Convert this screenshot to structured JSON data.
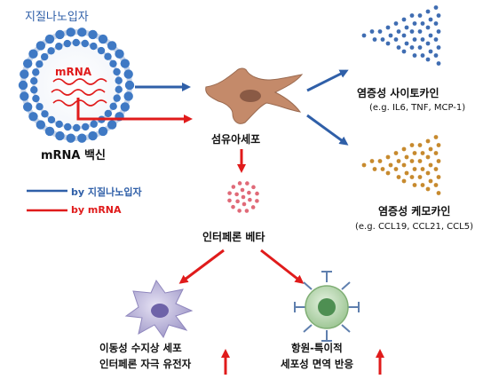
{
  "lnp": {
    "title": "지질나노입자",
    "inner_label": "mRNA"
  },
  "vaccine_label": "mRNA 백신",
  "fibroblast_label": "섬유아세포",
  "cytokines": {
    "title": "염증성 사이토카인",
    "examples": "(e.g. IL6, TNF, MCP-1)"
  },
  "chemokines": {
    "title": "염증성 케모카인",
    "examples": "(e.g. CCL19, CCL21, CCL5)"
  },
  "legend": {
    "blue_label": "by 지질나노입자",
    "red_label": "by mRNA",
    "blue_color": "#2f5fa8",
    "red_color": "#e01b1b"
  },
  "ifn_label": "인터페론 베타",
  "dc": {
    "line1": "이동성 수지상 세포",
    "line2": "인터페론 자극 유전자"
  },
  "antigen": {
    "line1": "항원-특이적",
    "line2": "세포성 면역 반응"
  }
}
